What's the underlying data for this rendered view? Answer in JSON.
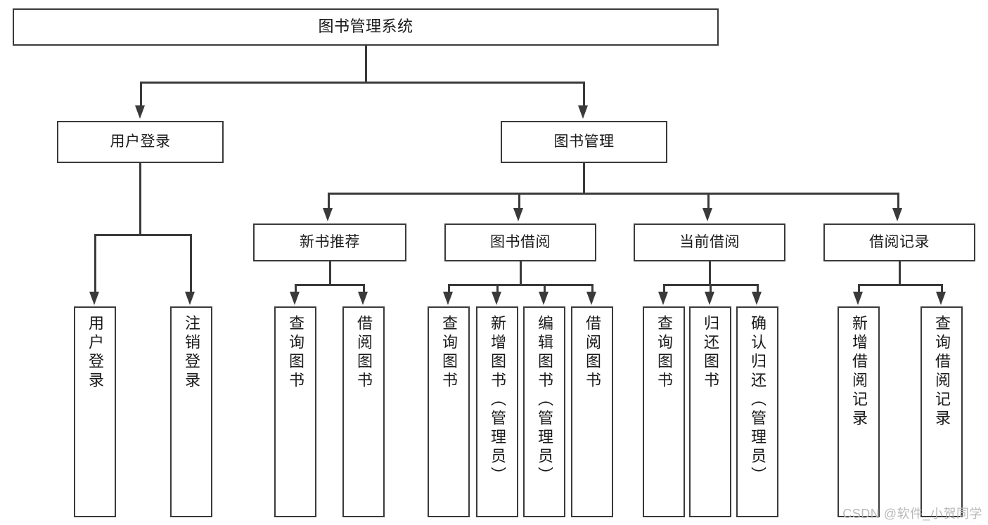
{
  "diagram": {
    "title": "图书管理系统",
    "type": "functional-structure-tree",
    "watermark": "CSDN @软件_小贺同学",
    "colors": {
      "stroke": "#3a3a3a",
      "fill": "#ffffff",
      "text": "#1a1a1a",
      "watermark": "#b8b8b8"
    }
  },
  "nodes": {
    "root": {
      "label": "图书管理系统",
      "level": 1
    },
    "level2": [
      {
        "id": "user-login",
        "label": "用户登录"
      },
      {
        "id": "book-manage",
        "label": "图书管理"
      }
    ],
    "level3": [
      {
        "id": "new-book-recommend",
        "label": "新书推荐",
        "parent": "book-manage"
      },
      {
        "id": "book-borrow",
        "label": "图书借阅",
        "parent": "book-manage"
      },
      {
        "id": "current-borrow",
        "label": "当前借阅",
        "parent": "book-manage"
      },
      {
        "id": "borrow-record",
        "label": "借阅记录",
        "parent": "book-manage"
      }
    ],
    "leaves": {
      "user-login": [
        {
          "id": "leaf-user-login",
          "label": "用户登录"
        },
        {
          "id": "leaf-logout-login",
          "label": "注销登录"
        }
      ],
      "new-book-recommend": [
        {
          "id": "leaf-query-book-1",
          "label": "查询图书"
        },
        {
          "id": "leaf-borrow-book-1",
          "label": "借阅图书"
        }
      ],
      "book-borrow": [
        {
          "id": "leaf-query-book-2",
          "label": "查询图书"
        },
        {
          "id": "leaf-add-book",
          "label": "新增图书（管理员）"
        },
        {
          "id": "leaf-edit-book",
          "label": "编辑图书（管理员）"
        },
        {
          "id": "leaf-borrow-book-2",
          "label": "借阅图书"
        }
      ],
      "current-borrow": [
        {
          "id": "leaf-query-book-3",
          "label": "查询图书"
        },
        {
          "id": "leaf-return-book",
          "label": "归还图书"
        },
        {
          "id": "leaf-confirm-return",
          "label": "确认归还（管理员）"
        }
      ],
      "borrow-record": [
        {
          "id": "leaf-add-record",
          "label": "新增借阅记录"
        },
        {
          "id": "leaf-query-record",
          "label": "查询借阅记录"
        }
      ]
    }
  }
}
